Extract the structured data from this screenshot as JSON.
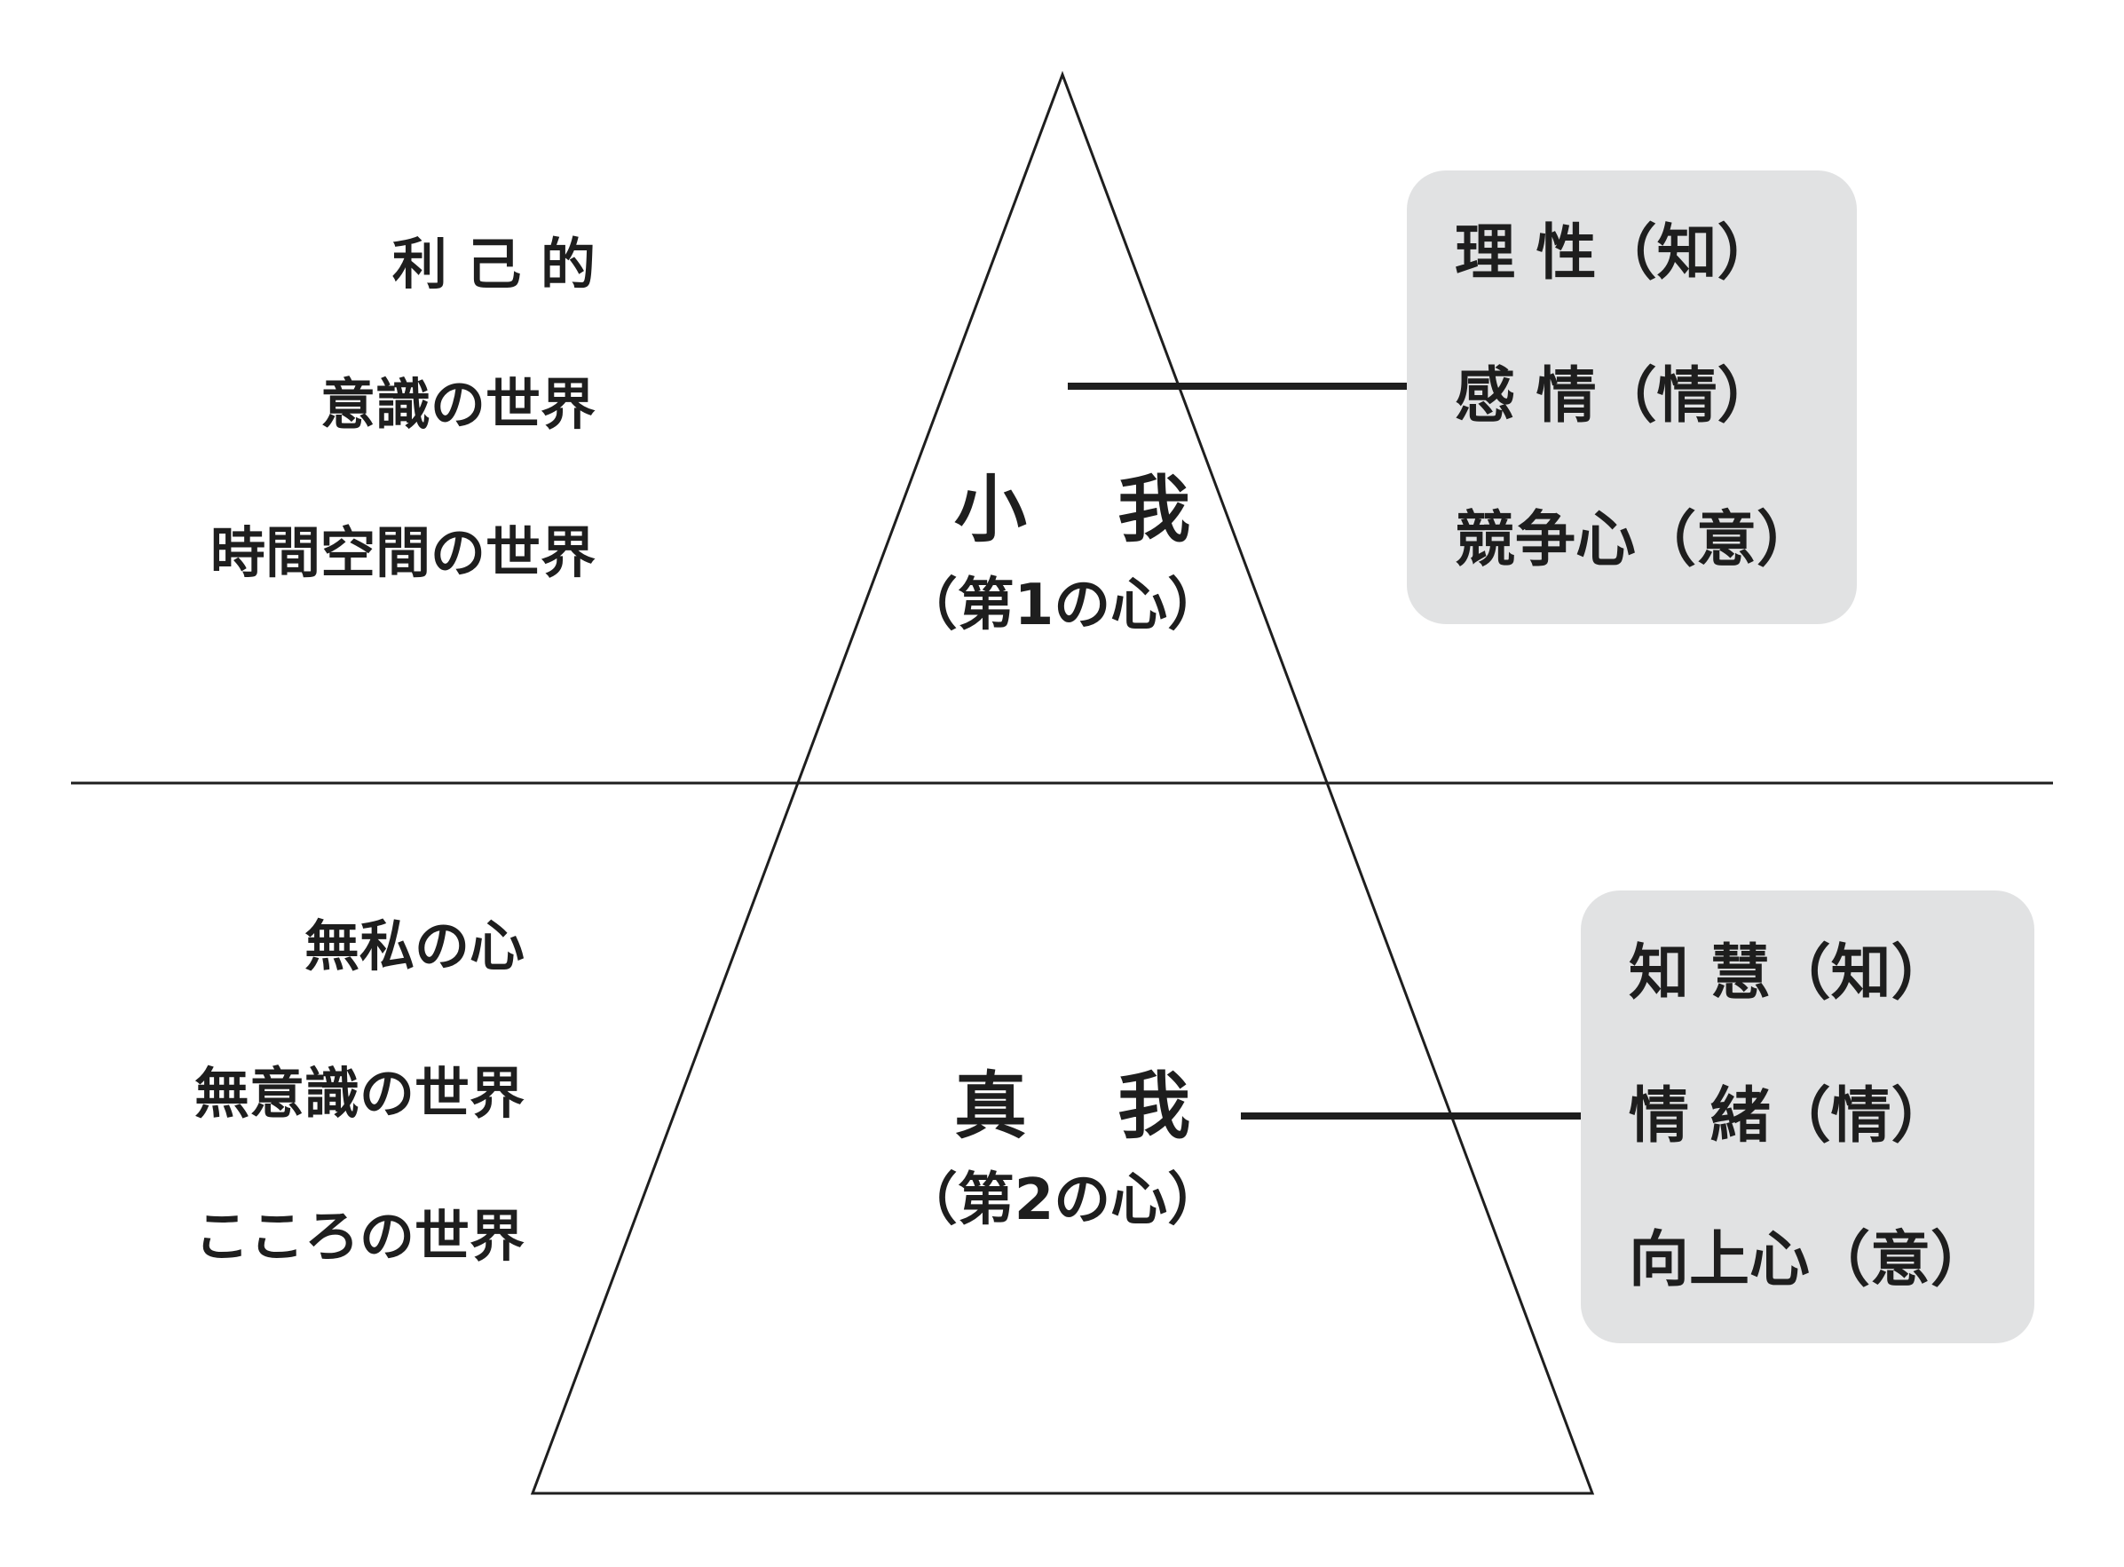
{
  "upper_left": {
    "line1": "利 己 的",
    "line2": "意識の世界",
    "line3": "時間空間の世界"
  },
  "lower_left": {
    "line1": "無私の心",
    "line2": "無意識の世界",
    "line3": "こころの世界"
  },
  "upper_center": {
    "title": "小 我",
    "subtitle": "（第1の心）"
  },
  "lower_center": {
    "title": "真 我",
    "subtitle": "（第2の心）"
  },
  "upper_box": {
    "items": [
      "理 性（知）",
      "感 情（情）",
      "競争心（意）"
    ]
  },
  "lower_box": {
    "items": [
      "知 慧（知）",
      "情 緒（情）",
      "向上心（意）"
    ]
  },
  "colors": {
    "box_fill": "#e1e2e3",
    "line": "#1e1e1e",
    "text": "#1e1e1e"
  }
}
